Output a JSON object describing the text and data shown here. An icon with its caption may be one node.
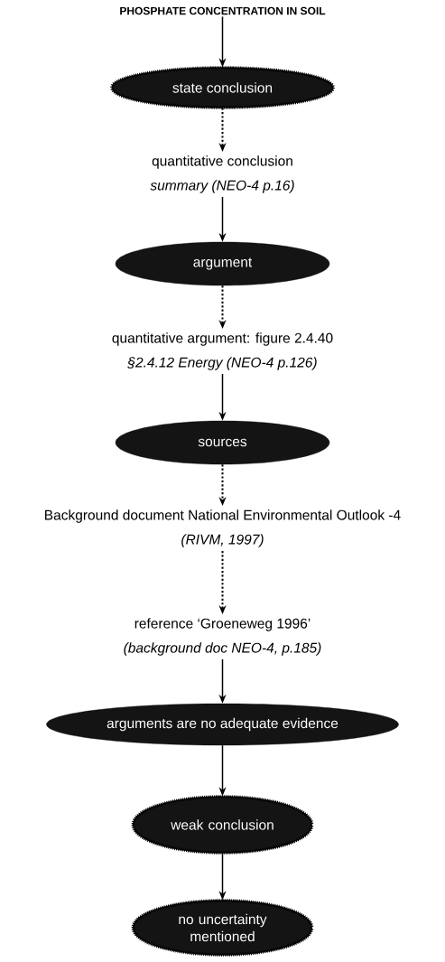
{
  "diagram": {
    "nodes": [
      {
        "text": [
          "PHOSPHATE CONCENTRATION IN SOIL"
        ]
      },
      {
        "text": [
          "state conclusion"
        ]
      },
      {
        "text": [
          "quantitative conclusion",
          "summary (NEO-4 p.16)"
        ]
      },
      {
        "text": [
          "argument"
        ]
      },
      {
        "text": [
          "quantitative argument: figure 2.4.40",
          "§2.4.12 Energy (NEO-4 p.126)"
        ]
      },
      {
        "text": [
          "sources"
        ]
      },
      {
        "text": [
          "Background document National Environmental Outlook -4",
          "(RIVM, 1997)"
        ]
      },
      {
        "text": [
          "reference ‘Groeneweg 1996’",
          "(background doc NEO-4, p.185)"
        ]
      },
      {
        "text": [
          "arguments are no adequate evidence"
        ]
      },
      {
        "text": [
          "weak conclusion"
        ]
      },
      {
        "text": [
          "no uncertainty mentioned"
        ]
      }
    ],
    "edges": [
      {
        "from": 0,
        "to": 1,
        "arrow": "to"
      },
      {
        "from": 1,
        "to": 2,
        "arrow": "to",
        "style": "dashed"
      },
      {
        "from": 2,
        "to": 3,
        "arrow": "to"
      },
      {
        "from": 3,
        "to": 4,
        "arrow": "to",
        "style": "dashed"
      },
      {
        "from": 4,
        "to": 5,
        "arrow": "to"
      },
      {
        "from": 5,
        "to": 6,
        "arrow": "to",
        "style": "dashed"
      },
      {
        "from": 6,
        "to": 7,
        "arrow": "to",
        "style": "dashed"
      },
      {
        "from": 7,
        "to": 8,
        "arrow": "to"
      },
      {
        "from": 8,
        "to": 9,
        "arrow": "to"
      },
      {
        "from": 9,
        "to": 10,
        "arrow": "to"
      }
    ]
  }
}
